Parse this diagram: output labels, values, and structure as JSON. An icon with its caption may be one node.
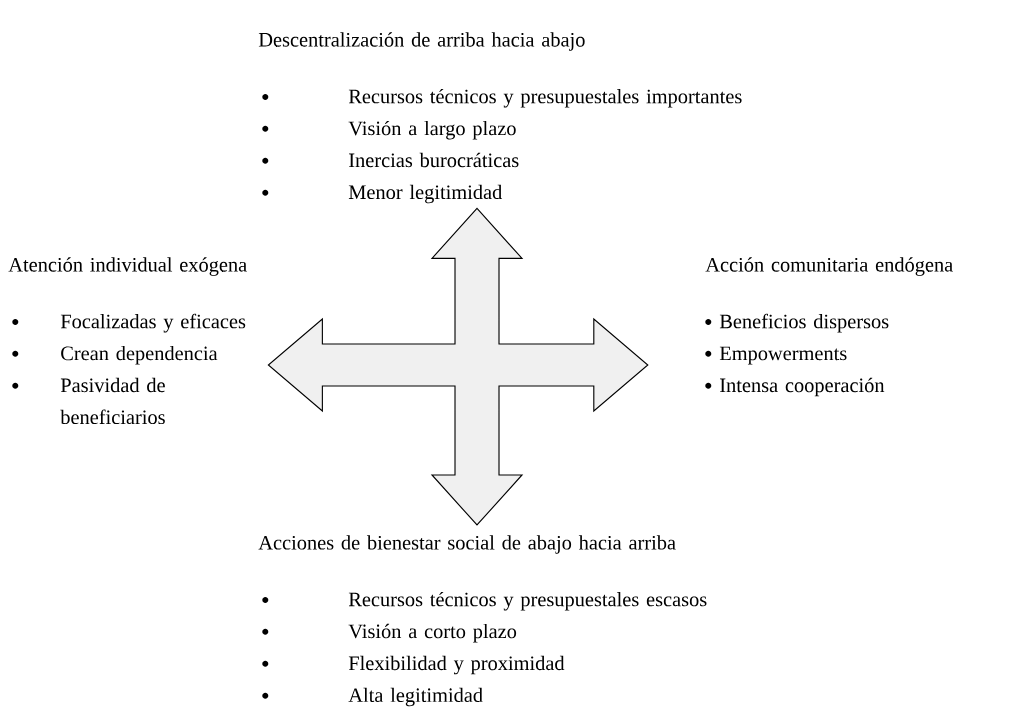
{
  "diagram": {
    "nodes": [
      {
        "text": [
          "Descentralización de arriba hacia abajo",
          "Recursos técnicos y presupuestales importantes",
          "Visión a largo plazo",
          "Inercias burocráticas",
          "Menor legitimidad"
        ]
      },
      {
        "text": [
          "Atención individual exógena",
          "Focalizadas y eficaces",
          "Crean dependencia",
          "Pasividad de beneficiarios"
        ]
      },
      {
        "text": [
          "Acción comunitaria endógena",
          "Beneficios dispersos",
          "Empowerments",
          "Intensa cooperación"
        ]
      },
      {
        "text": [
          "Acciones de bienestar social de abajo hacia arriba",
          "Recursos técnicos y presupuestales escasos",
          "Visión a corto plazo",
          "Flexibilidad y proximidad",
          "Alta legitimidad"
        ]
      }
    ],
    "edges": [
      {
        "from": 0,
        "to": 3,
        "arrow": "both"
      },
      {
        "from": 1,
        "to": 2,
        "arrow": "both"
      }
    ]
  }
}
